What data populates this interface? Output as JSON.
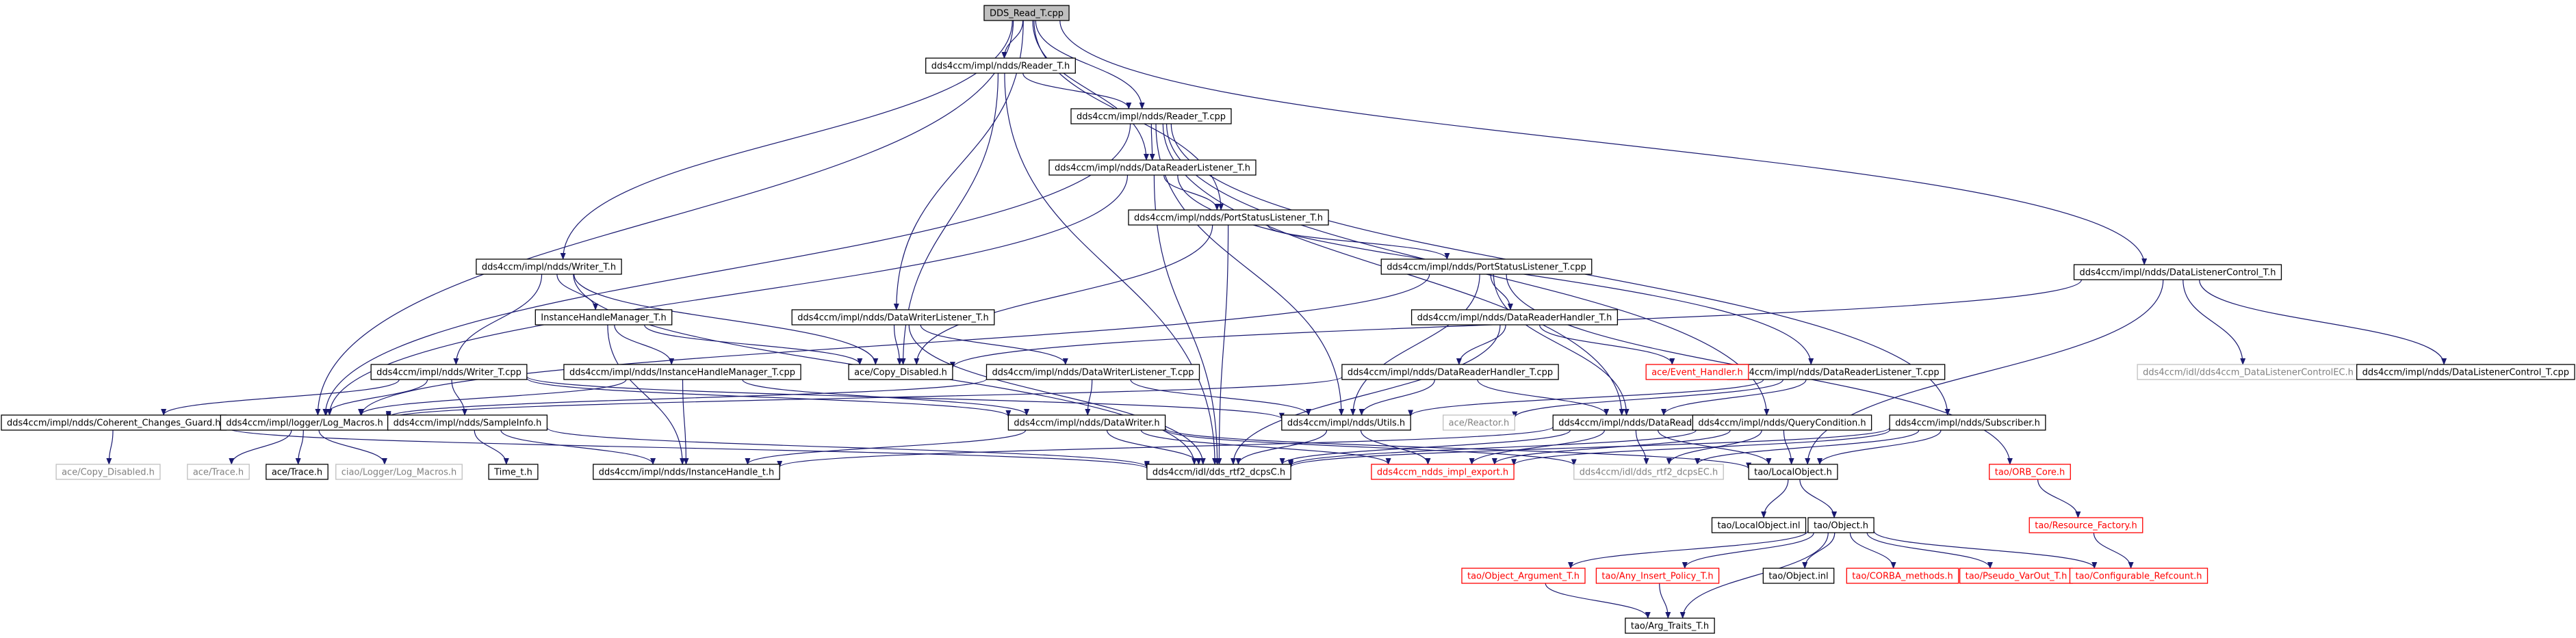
{
  "colors": {
    "edge": "#191970",
    "root_fill": "#bfbfbf",
    "node_border": "#000000",
    "undocumented": "#ff0000",
    "missing": "#bfbfbf"
  },
  "nodes": [
    {
      "id": "root",
      "label": "DDS_Read_T.cpp",
      "style": "root"
    },
    {
      "id": "reader_h",
      "label": "dds4ccm/impl/ndds/Reader_T.h",
      "style": "normal"
    },
    {
      "id": "reader_cpp",
      "label": "dds4ccm/impl/ndds/Reader_T.cpp",
      "style": "normal"
    },
    {
      "id": "drl_h",
      "label": "dds4ccm/impl/ndds/DataReaderListener_T.h",
      "style": "normal"
    },
    {
      "id": "psl_h",
      "label": "dds4ccm/impl/ndds/PortStatusListener_T.h",
      "style": "normal"
    },
    {
      "id": "psl_cpp",
      "label": "dds4ccm/impl/ndds/PortStatusListener_T.cpp",
      "style": "normal"
    },
    {
      "id": "writer_h",
      "label": "dds4ccm/impl/ndds/Writer_T.h",
      "style": "normal"
    },
    {
      "id": "ihm_h",
      "label": "InstanceHandleManager_T.h",
      "style": "normal"
    },
    {
      "id": "writer_cpp",
      "label": "dds4ccm/impl/ndds/Writer_T.cpp",
      "style": "normal"
    },
    {
      "id": "ihm_cpp",
      "label": "dds4ccm/impl/ndds/InstanceHandleManager_T.cpp",
      "style": "normal"
    },
    {
      "id": "dwl_h",
      "label": "dds4ccm/impl/ndds/DataWriterListener_T.h",
      "style": "normal"
    },
    {
      "id": "dwl_cpp",
      "label": "dds4ccm/impl/ndds/DataWriterListener_T.cpp",
      "style": "normal"
    },
    {
      "id": "drh_h",
      "label": "dds4ccm/impl/ndds/DataReaderHandler_T.h",
      "style": "normal"
    },
    {
      "id": "drh_cpp",
      "label": "dds4ccm/impl/ndds/DataReaderHandler_T.cpp",
      "style": "normal"
    },
    {
      "id": "drl_cpp",
      "label": "dds4ccm/impl/ndds/DataReaderListener_T.cpp",
      "style": "normal"
    },
    {
      "id": "event_handler",
      "label": "ace/Event_Handler.h",
      "style": "undoc"
    },
    {
      "id": "dlc_h",
      "label": "dds4ccm/impl/ndds/DataListenerControl_T.h",
      "style": "normal"
    },
    {
      "id": "dlc_ec",
      "label": "dds4ccm/idl/dds4ccm_DataListenerControlEC.h",
      "style": "missing"
    },
    {
      "id": "dlc_cpp",
      "label": "dds4ccm/impl/ndds/DataListenerControl_T.cpp",
      "style": "normal"
    },
    {
      "id": "copy_dis",
      "label": "ace/Copy_Disabled.h",
      "style": "normal"
    },
    {
      "id": "coherent",
      "label": "dds4ccm/impl/ndds/Coherent_Changes_Guard.h",
      "style": "normal"
    },
    {
      "id": "copy_dis2",
      "label": "ace/Copy_Disabled.h",
      "style": "missing"
    },
    {
      "id": "log_macros",
      "label": "dds4ccm/impl/logger/Log_Macros.h",
      "style": "normal"
    },
    {
      "id": "sampleinfo",
      "label": "dds4ccm/impl/ndds/SampleInfo.h",
      "style": "normal"
    },
    {
      "id": "datawriter",
      "label": "dds4ccm/impl/ndds/DataWriter.h",
      "style": "normal"
    },
    {
      "id": "utils",
      "label": "dds4ccm/impl/ndds/Utils.h",
      "style": "normal"
    },
    {
      "id": "reactor",
      "label": "ace/Reactor.h",
      "style": "missing"
    },
    {
      "id": "datareader",
      "label": "dds4ccm/impl/ndds/DataReader.h",
      "style": "normal"
    },
    {
      "id": "querycond",
      "label": "dds4ccm/impl/ndds/QueryCondition.h",
      "style": "normal"
    },
    {
      "id": "subscriber",
      "label": "dds4ccm/impl/ndds/Subscriber.h",
      "style": "normal"
    },
    {
      "id": "ace_trace_m",
      "label": "ace/Trace.h",
      "style": "missing"
    },
    {
      "id": "ace_trace",
      "label": "ace/Trace.h",
      "style": "normal"
    },
    {
      "id": "ciao_log",
      "label": "ciao/Logger/Log_Macros.h",
      "style": "missing"
    },
    {
      "id": "time_t",
      "label": "Time_t.h",
      "style": "normal"
    },
    {
      "id": "ih_t",
      "label": "dds4ccm/impl/ndds/InstanceHandle_t.h",
      "style": "normal"
    },
    {
      "id": "rti_dcps",
      "label": "dds4ccm/idl/dds_rtf2_dcpsC.h",
      "style": "normal"
    },
    {
      "id": "impl_export",
      "label": "dds4ccm_ndds_impl_export.h",
      "style": "undoc"
    },
    {
      "id": "dcps_ec",
      "label": "dds4ccm/idl/dds_rtf2_dcpsEC.h",
      "style": "missing"
    },
    {
      "id": "localobj_h",
      "label": "tao/LocalObject.h",
      "style": "normal"
    },
    {
      "id": "orb_core",
      "label": "tao/ORB_Core.h",
      "style": "undoc"
    },
    {
      "id": "localobj_inl",
      "label": "tao/LocalObject.inl",
      "style": "normal"
    },
    {
      "id": "object_h",
      "label": "tao/Object.h",
      "style": "normal"
    },
    {
      "id": "res_factory",
      "label": "tao/Resource_Factory.h",
      "style": "undoc"
    },
    {
      "id": "obj_arg",
      "label": "tao/Object_Argument_T.h",
      "style": "undoc"
    },
    {
      "id": "any_insert",
      "label": "tao/Any_Insert_Policy_T.h",
      "style": "undoc"
    },
    {
      "id": "object_inl",
      "label": "tao/Object.inl",
      "style": "normal"
    },
    {
      "id": "corba_methods",
      "label": "tao/CORBA_methods.h",
      "style": "undoc"
    },
    {
      "id": "pseudo_varout",
      "label": "tao/Pseudo_VarOut_T.h",
      "style": "undoc"
    },
    {
      "id": "conf_refcount",
      "label": "tao/Configurable_Refcount.h",
      "style": "undoc"
    },
    {
      "id": "arg_traits",
      "label": "tao/Arg_Traits_T.h",
      "style": "normal"
    }
  ],
  "edges": [
    [
      "root",
      "reader_h"
    ],
    [
      "root",
      "reader_cpp"
    ],
    [
      "root",
      "drl_h"
    ],
    [
      "root",
      "psl_h"
    ],
    [
      "root",
      "writer_h"
    ],
    [
      "root",
      "dwl_h"
    ],
    [
      "root",
      "dlc_h"
    ],
    [
      "root",
      "log_macros"
    ],
    [
      "reader_h",
      "reader_cpp"
    ],
    [
      "reader_h",
      "copy_dis"
    ],
    [
      "reader_h",
      "rti_dcps"
    ],
    [
      "reader_cpp",
      "drl_h"
    ],
    [
      "reader_cpp",
      "log_macros"
    ],
    [
      "reader_cpp",
      "utils"
    ],
    [
      "reader_cpp",
      "querycond"
    ],
    [
      "reader_cpp",
      "subscriber"
    ],
    [
      "reader_cpp",
      "datareader"
    ],
    [
      "drl_h",
      "psl_h"
    ],
    [
      "drl_h",
      "drl_cpp"
    ],
    [
      "drl_h",
      "rti_dcps"
    ],
    [
      "drl_h",
      "log_macros"
    ],
    [
      "psl_h",
      "psl_cpp"
    ],
    [
      "psl_h",
      "copy_dis"
    ],
    [
      "psl_h",
      "rti_dcps"
    ],
    [
      "psl_cpp",
      "drh_h"
    ],
    [
      "psl_cpp",
      "utils"
    ],
    [
      "psl_cpp",
      "log_macros"
    ],
    [
      "psl_cpp",
      "orb_core"
    ],
    [
      "psl_cpp",
      "datareader"
    ],
    [
      "writer_h",
      "ihm_h"
    ],
    [
      "writer_h",
      "writer_cpp"
    ],
    [
      "writer_h",
      "copy_dis"
    ],
    [
      "writer_h",
      "rti_dcps"
    ],
    [
      "ihm_h",
      "ihm_cpp"
    ],
    [
      "ihm_h",
      "copy_dis"
    ],
    [
      "ihm_h",
      "ih_t"
    ],
    [
      "writer_cpp",
      "log_macros"
    ],
    [
      "writer_cpp",
      "coherent"
    ],
    [
      "writer_cpp",
      "datawriter"
    ],
    [
      "writer_cpp",
      "utils"
    ],
    [
      "writer_cpp",
      "sampleinfo"
    ],
    [
      "ihm_cpp",
      "log_macros"
    ],
    [
      "ihm_cpp",
      "ih_t"
    ],
    [
      "ihm_cpp",
      "datawriter"
    ],
    [
      "dwl_h",
      "dwl_cpp"
    ],
    [
      "dwl_h",
      "copy_dis"
    ],
    [
      "dwl_h",
      "rti_dcps"
    ],
    [
      "dwl_cpp",
      "datawriter"
    ],
    [
      "dwl_cpp",
      "log_macros"
    ],
    [
      "dwl_cpp",
      "utils"
    ],
    [
      "drh_h",
      "drh_cpp"
    ],
    [
      "drh_h",
      "event_handler"
    ],
    [
      "drh_h",
      "rti_dcps"
    ],
    [
      "drh_cpp",
      "datareader"
    ],
    [
      "drh_cpp",
      "log_macros"
    ],
    [
      "drh_cpp",
      "utils"
    ],
    [
      "drl_cpp",
      "datareader"
    ],
    [
      "drl_cpp",
      "utils"
    ],
    [
      "drl_cpp",
      "reactor"
    ],
    [
      "dlc_h",
      "dlc_ec"
    ],
    [
      "dlc_h",
      "dlc_cpp"
    ],
    [
      "dlc_h",
      "copy_dis"
    ],
    [
      "dlc_h",
      "localobj_h"
    ],
    [
      "coherent",
      "copy_dis2"
    ],
    [
      "coherent",
      "rti_dcps"
    ],
    [
      "log_macros",
      "ace_trace_m"
    ],
    [
      "log_macros",
      "ace_trace"
    ],
    [
      "log_macros",
      "ciao_log"
    ],
    [
      "sampleinfo",
      "time_t"
    ],
    [
      "sampleinfo",
      "ih_t"
    ],
    [
      "sampleinfo",
      "rti_dcps"
    ],
    [
      "datawriter",
      "rti_dcps"
    ],
    [
      "datawriter",
      "impl_export"
    ],
    [
      "datawriter",
      "dcps_ec"
    ],
    [
      "datawriter",
      "localobj_h"
    ],
    [
      "datawriter",
      "ih_t"
    ],
    [
      "utils",
      "rti_dcps"
    ],
    [
      "utils",
      "impl_export"
    ],
    [
      "datareader",
      "rti_dcps"
    ],
    [
      "datareader",
      "impl_export"
    ],
    [
      "datareader",
      "dcps_ec"
    ],
    [
      "datareader",
      "localobj_h"
    ],
    [
      "datareader",
      "ih_t"
    ],
    [
      "querycond",
      "rti_dcps"
    ],
    [
      "querycond",
      "impl_export"
    ],
    [
      "querycond",
      "dcps_ec"
    ],
    [
      "querycond",
      "localobj_h"
    ],
    [
      "subscriber",
      "rti_dcps"
    ],
    [
      "subscriber",
      "impl_export"
    ],
    [
      "subscriber",
      "dcps_ec"
    ],
    [
      "subscriber",
      "localobj_h"
    ],
    [
      "localobj_h",
      "localobj_inl"
    ],
    [
      "localobj_h",
      "object_h"
    ],
    [
      "orb_core",
      "res_factory"
    ],
    [
      "res_factory",
      "conf_refcount"
    ],
    [
      "object_h",
      "obj_arg"
    ],
    [
      "object_h",
      "any_insert"
    ],
    [
      "object_h",
      "object_inl"
    ],
    [
      "object_h",
      "corba_methods"
    ],
    [
      "object_h",
      "pseudo_varout"
    ],
    [
      "object_h",
      "conf_refcount"
    ],
    [
      "object_h",
      "arg_traits"
    ],
    [
      "any_insert",
      "arg_traits"
    ],
    [
      "obj_arg",
      "arg_traits"
    ]
  ]
}
